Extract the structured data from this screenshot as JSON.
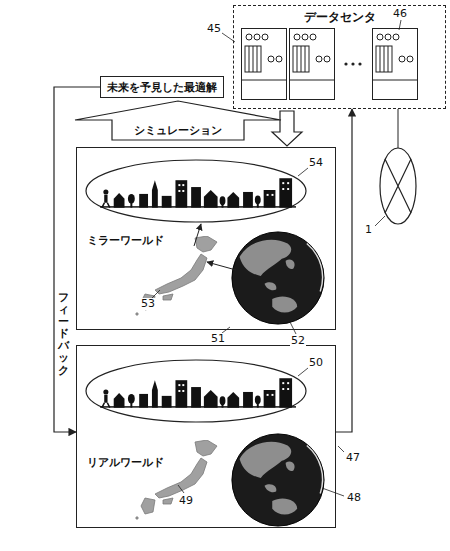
{
  "diagram": {
    "nodes": [
      {
        "text": [
          "データセンタ"
        ]
      },
      {
        "text": [
          "未来を予見した最適解"
        ]
      },
      {
        "text": [
          "シミュレーション"
        ]
      },
      {
        "text": [
          "ミラーワールド"
        ]
      },
      {
        "text": [
          "リアルワールド"
        ]
      }
    ],
    "edges": [
      {
        "from": 1,
        "to": 4,
        "arrow": "to",
        "label": "フィードバック"
      },
      {
        "from": 4,
        "to": 0,
        "arrow": "to"
      },
      {
        "from": 0,
        "to": 3,
        "arrow": "to"
      }
    ],
    "labels": [
      "45",
      "46",
      "54",
      "53",
      "52",
      "51",
      "50",
      "47",
      "48",
      "49",
      "1"
    ]
  }
}
